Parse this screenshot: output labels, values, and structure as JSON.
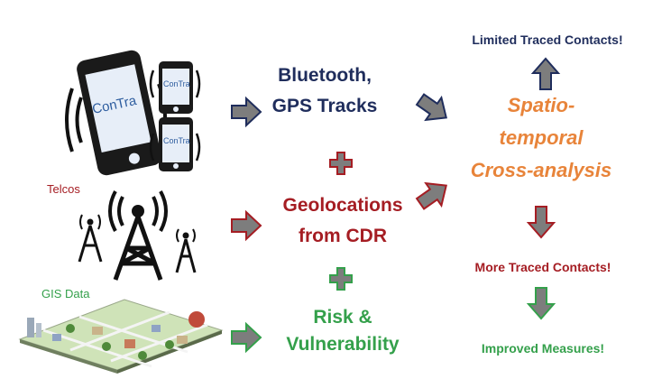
{
  "colors": {
    "navy": "#1f2d5c",
    "darkred": "#a51d23",
    "green": "#34a04b",
    "orange": "#e8843a",
    "arrow_fill": "#7d7d7d"
  },
  "icons": {
    "phones": "smartphone-icon",
    "tower": "cell-tower-icon",
    "map": "isometric-map-icon"
  },
  "phones": {
    "big_screen_label": "ConTra",
    "small_top_label": "ConTra",
    "small_bottom_label": "ConTra"
  },
  "left": {
    "telcos_label": "Telcos",
    "gis_label": "GIS Data"
  },
  "middle": {
    "bluetooth_line1": "Bluetooth,",
    "bluetooth_line2": "GPS Tracks",
    "geo_line1": "Geolocations",
    "geo_line2": "from CDR",
    "risk_line1": "Risk &",
    "risk_line2": "Vulnerability"
  },
  "right": {
    "limited": "Limited Traced Contacts!",
    "spatio_line1": "Spatio-",
    "spatio_line2": "temporal",
    "spatio_line3": "Cross-analysis",
    "more": "More Traced Contacts!",
    "improved": "Improved Measures!"
  }
}
